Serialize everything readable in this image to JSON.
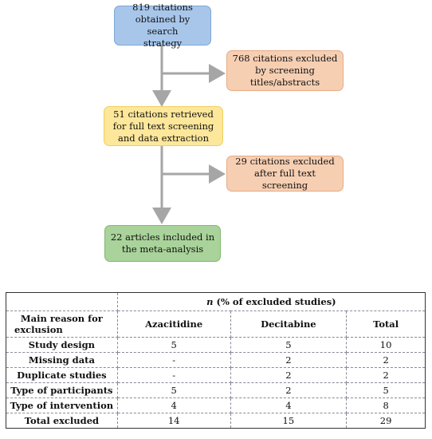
{
  "flow": {
    "box1": [
      "819 citations",
      "obtained by search",
      "strategy"
    ],
    "box2": [
      "768 citations excluded",
      "by screening",
      "titles/abstracts"
    ],
    "box3": [
      "51 citations retrieved",
      "for full text screening",
      "and data extraction"
    ],
    "box4": [
      "29 citations excluded",
      "after full text screening"
    ],
    "box5": [
      "22 articles included in",
      "the meta-analysis"
    ]
  },
  "table": {
    "n_label": "n",
    "top_header": " (% of excluded studies)",
    "corner": [
      "Main reason for",
      "exclusion"
    ],
    "columns": [
      "Azacitidine",
      "Decitabine",
      "Total"
    ],
    "rows": [
      {
        "label": "Study design",
        "values": [
          "5",
          "5",
          "10"
        ]
      },
      {
        "label": "Missing data",
        "values": [
          "-",
          "2",
          "2"
        ]
      },
      {
        "label": "Duplicate studies",
        "values": [
          "-",
          "2",
          "2"
        ]
      },
      {
        "label": "Type of participants",
        "values": [
          "5",
          "2",
          "5"
        ]
      },
      {
        "label": "Type of intervention",
        "values": [
          "4",
          "4",
          "8"
        ]
      },
      {
        "label": "Total excluded",
        "values": [
          "14",
          "15",
          "29"
        ]
      }
    ]
  },
  "colors": {
    "blue": "#a8c6ea",
    "orange": "#f6cfb3",
    "yellow": "#fde79a",
    "green": "#a9d39a",
    "arrow": "#a6a6a6"
  }
}
